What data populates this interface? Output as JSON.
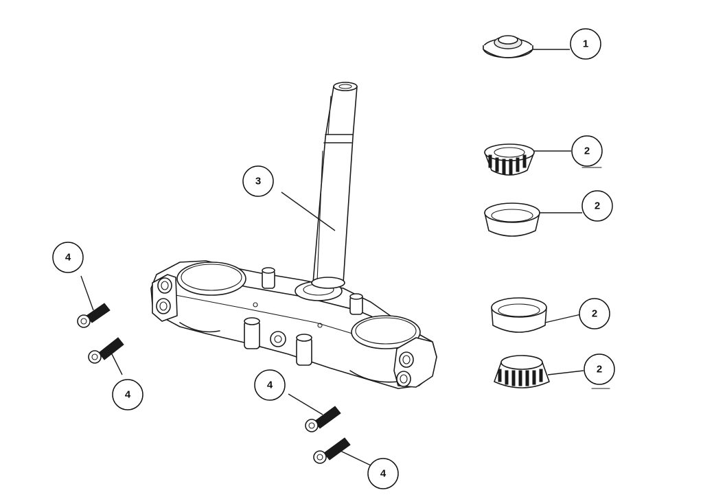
{
  "callouts": [
    {
      "id": "c1",
      "label": "1"
    },
    {
      "id": "c2a",
      "label": "2"
    },
    {
      "id": "c2b",
      "label": "2"
    },
    {
      "id": "c2c",
      "label": "2"
    },
    {
      "id": "c2d",
      "label": "2"
    },
    {
      "id": "c3",
      "label": "3"
    },
    {
      "id": "c4a",
      "label": "4"
    },
    {
      "id": "c4b",
      "label": "4"
    },
    {
      "id": "c4c",
      "label": "4"
    },
    {
      "id": "c4d",
      "label": "4"
    }
  ]
}
